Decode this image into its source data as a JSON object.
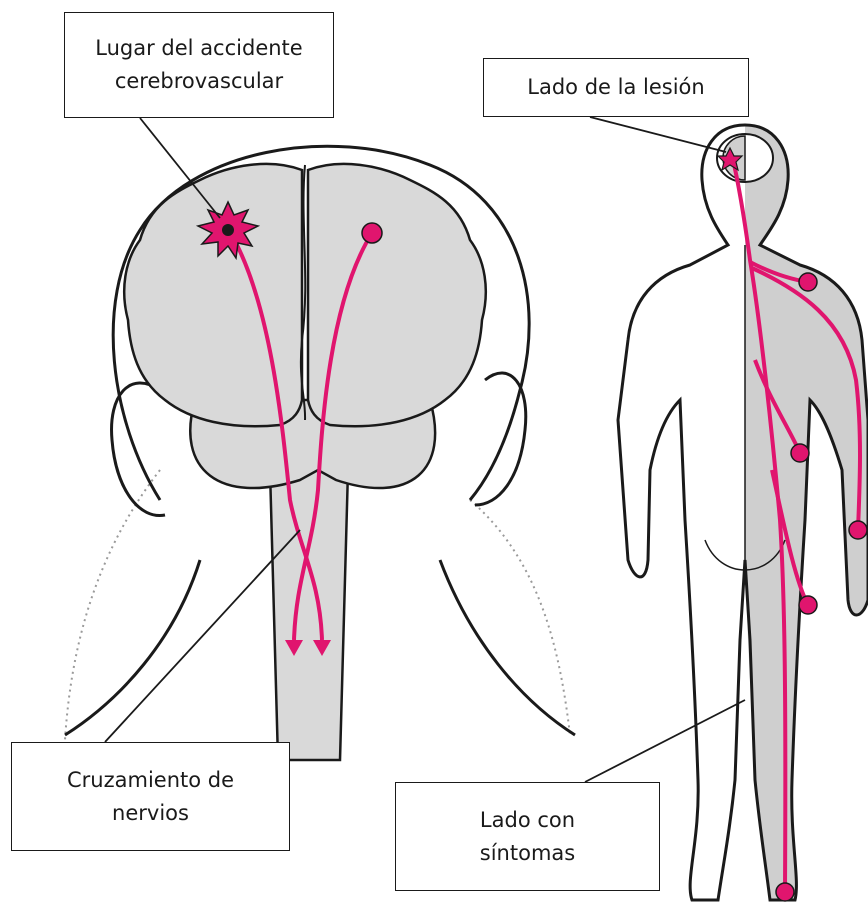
{
  "labels": {
    "stroke_site": [
      "Lugar del accidente",
      "cerebrovascular"
    ],
    "lesion_side": [
      "Lado de la lesión"
    ],
    "nerve_crossing": [
      "Cruzamiento de",
      "nervios"
    ],
    "symptom_side": [
      "Lado con",
      "síntomas"
    ]
  },
  "colors": {
    "nerve": "#e0156e",
    "brain_fill": "#d9d9d9",
    "affected_fill": "#cfcfcf",
    "outline": "#1a1a1a"
  }
}
